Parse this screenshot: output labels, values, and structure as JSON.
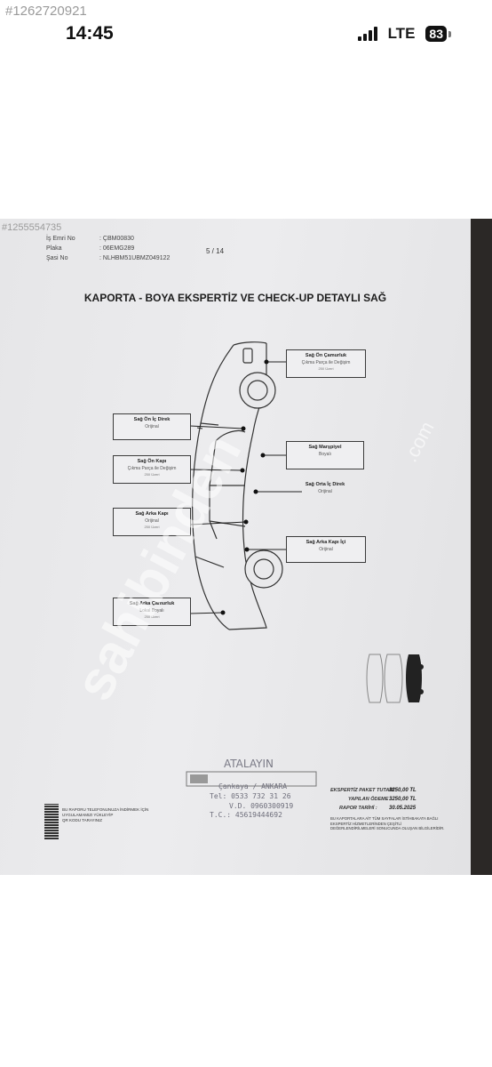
{
  "status_bar": {
    "top_id": "#1262720921",
    "time": "14:45",
    "network": "LTE",
    "battery": "83"
  },
  "photo_id": "#1255554735",
  "header": {
    "rows": [
      {
        "label": "İş Emri No",
        "value": ": ÇBM00830"
      },
      {
        "label": "Plaka",
        "value": ": 06EMG289"
      },
      {
        "label": "Şasi No",
        "value": ": NLHBM51UBMZ049122"
      }
    ],
    "page": "5 / 14"
  },
  "title": "KAPORTA - BOYA EKSPERTİZ VE CHECK-UP DETAYLI SAĞ",
  "labels": [
    {
      "title": "Sağ Ön Çamurluk",
      "status": "Çıkma Parça ile Değişim",
      "note": "250 Üzeri"
    },
    {
      "title": "Sağ Ön İç Direk",
      "status": "Orijinal",
      "note": ""
    },
    {
      "title": "Sağ Marşpiyel",
      "status": "Boyalı",
      "note": ""
    },
    {
      "title": "Sağ Ön Kapı",
      "status": "Çıkma Parça ile Değişim",
      "note": "250 Üzeri"
    },
    {
      "title": "Sağ Orta İç Direk",
      "status": "Orijinal",
      "note": ""
    },
    {
      "title": "Sağ Arka Kapı",
      "status": "Orijinal",
      "note": "250 Üzeri"
    },
    {
      "title": "Sağ Arka Kapı İçi",
      "status": "Orijinal",
      "note": ""
    },
    {
      "title": "Sağ Arka Çamurluk",
      "status": "Lokal Boyalı",
      "note": "250 Üzeri"
    }
  ],
  "watermark": {
    "text": "sahibinden",
    "suffix": ".com"
  },
  "footer": {
    "left_lines": [
      "BU RAPORU TELEFONUNUZA İNDİRMEK İÇİN",
      "UYGULAMAMIZI YÜKLEYİP",
      "QR KODU TARAYINIZ"
    ],
    "stamp_name": "ATALAYIN",
    "stamp_lines": [
      "Çankaya / ANKARA",
      "Tel: 0533 732 31 26",
      "V.D. 0960300919",
      "T.C.: 45619444692"
    ],
    "payment": [
      {
        "label": "EKSPERTİZ PAKET TUTARI :",
        "value": "3250,00 TL"
      },
      {
        "label": "YAPILAN ÖDEME :",
        "value": "3250,00 TL"
      },
      {
        "label": "RAPOR TARİHİ :",
        "value": "30.05.2025"
      }
    ],
    "note": "BU KAPORTALARA AİT TÜM SAYFALAR İSTİHBAKATA BAĞLI EKSPERTİZ HİZMETLERİNDEN ÇEŞİTLİ DEĞERLENDİRİLMELERİ SONUCUNDA OLUŞAN BİLGİLERİDİR."
  }
}
